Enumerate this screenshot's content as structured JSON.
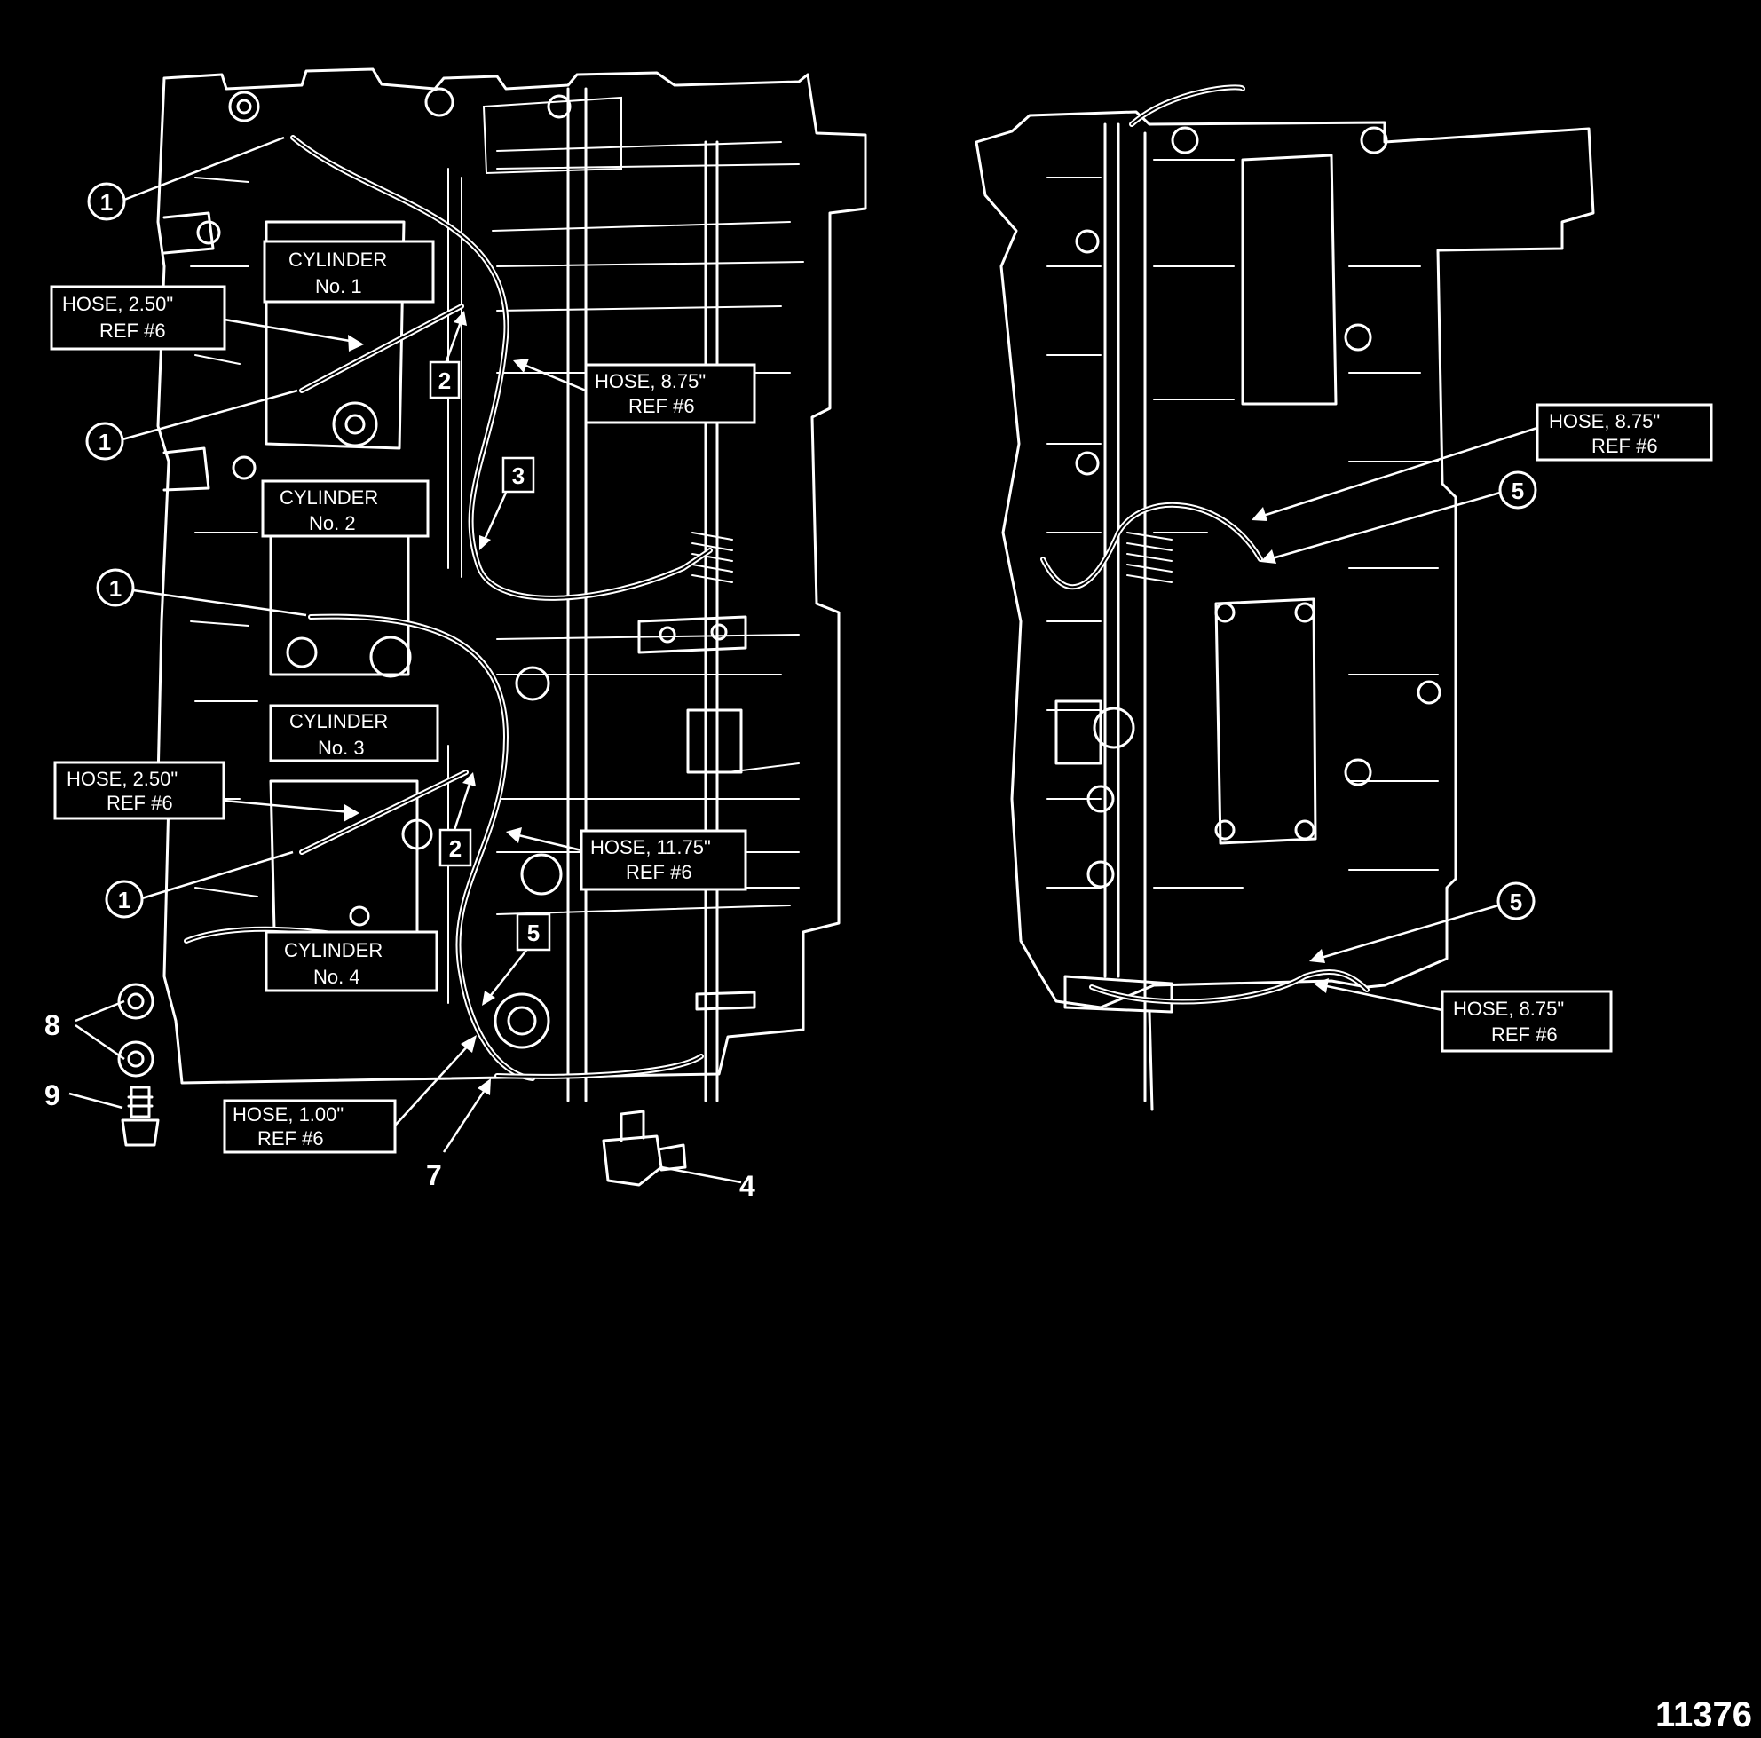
{
  "labels": {
    "cyl1_l1": "CYLINDER",
    "cyl1_l2": "No. 1",
    "cyl2_l1": "CYLINDER",
    "cyl2_l2": "No. 2",
    "cyl3_l1": "CYLINDER",
    "cyl3_l2": "No. 3",
    "cyl4_l1": "CYLINDER",
    "cyl4_l2": "No. 4",
    "hose_a_l1": "HOSE, 2.50\"",
    "hose_a_l2": "REF #6",
    "hose_b_l1": "HOSE,    8.75\"",
    "hose_b_l2": "REF #6",
    "hose_c_l1": "HOSE,    2.50\"",
    "hose_c_l2": "REF #6",
    "hose_d_l1": "HOSE, 11.75\"",
    "hose_d_l2": "REF #6",
    "hose_e_l1": "HOSE, 1.00\"",
    "hose_e_l2": "REF #6",
    "hose_f_l1": "HOSE, 8.75\"",
    "hose_f_l2": "REF #6",
    "hose_g_l1": "HOSE, 8.75\"",
    "hose_g_l2": "REF #6"
  },
  "callouts": {
    "circ1": "1",
    "sq2": "2",
    "sq3": "3",
    "part4": "4",
    "circ5": "5",
    "sq5": "5",
    "part7": "7",
    "part8": "8",
    "part9": "9"
  },
  "figure_id": "11376"
}
